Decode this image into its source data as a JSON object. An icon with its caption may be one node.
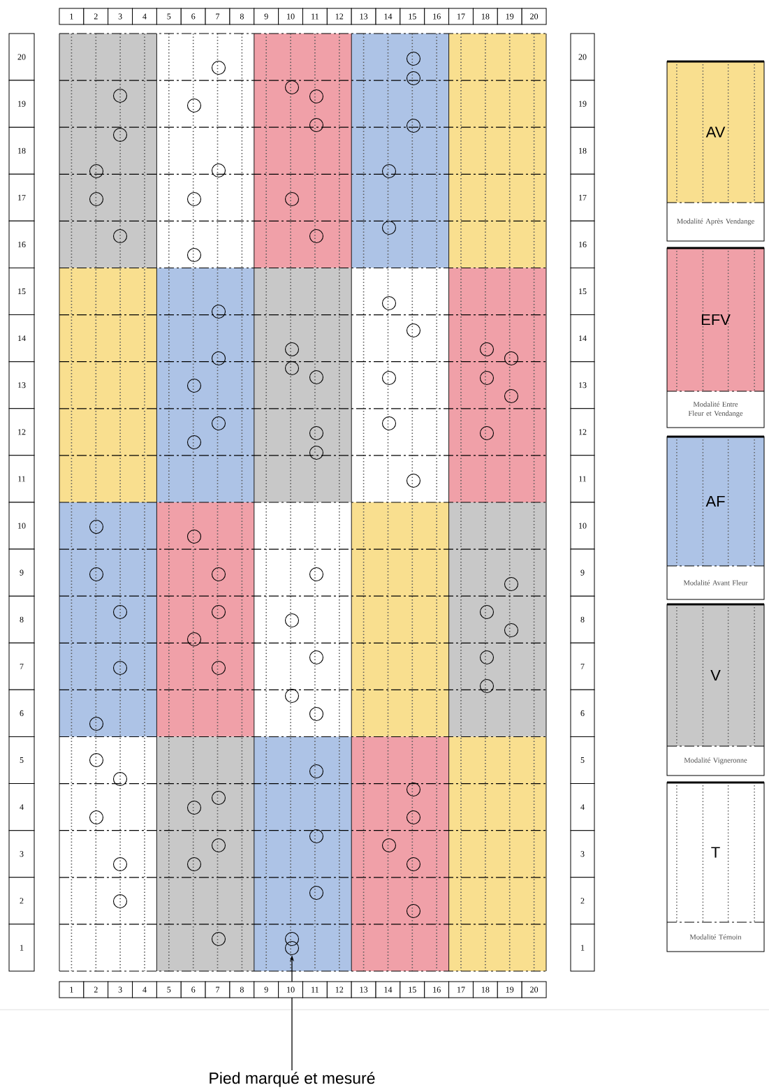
{
  "diagram": {
    "nodes": [
      {
        "text": [],
        "shape": "circle"
      },
      {
        "text": [
          "Pied marqué et mesuré"
        ]
      },
      {
        "text": [
          "AV",
          "Modalité Après Vendange"
        ]
      },
      {
        "text": [
          "EFV",
          "Modalité Entre Fleur et Vendange"
        ]
      },
      {
        "text": [
          "AF",
          "Modalité Avant Fleur"
        ]
      },
      {
        "text": [
          "V",
          "Modalité Vigneronne"
        ]
      },
      {
        "text": [
          "T",
          "Modalité Témoin"
        ]
      }
    ],
    "edges": [
      {
        "from": 1,
        "to": 0,
        "arrow": "to"
      }
    ],
    "labels": [
      "1",
      "2",
      "3",
      "4",
      "5",
      "6",
      "7",
      "8",
      "9",
      "10",
      "11",
      "12",
      "13",
      "14",
      "15",
      "16",
      "17",
      "18",
      "19",
      "20",
      "20",
      "19",
      "18",
      "17",
      "16",
      "15",
      "14",
      "13",
      "12",
      "11",
      "10",
      "9",
      "8",
      "7",
      "6",
      "5",
      "4",
      "3",
      "2",
      "1",
      "20",
      "19",
      "18",
      "17",
      "16",
      "15",
      "14",
      "13",
      "12",
      "11",
      "10",
      "9",
      "8",
      "7",
      "6",
      "5",
      "4",
      "3",
      "2",
      "1",
      "1",
      "2",
      "3",
      "4",
      "5",
      "6",
      "7",
      "8",
      "9",
      "10",
      "11",
      "12",
      "13",
      "14",
      "15",
      "16",
      "17",
      "18",
      "19",
      "20"
    ]
  }
}
